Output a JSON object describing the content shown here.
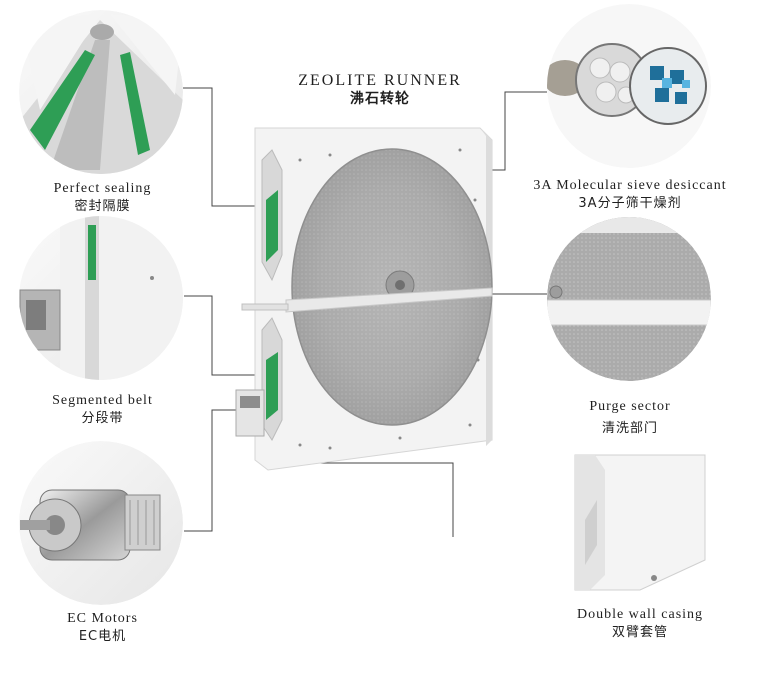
{
  "title": {
    "en": "ZEOLITE RUNNER",
    "cn": "沸石转轮"
  },
  "callouts": {
    "sealing": {
      "en": "Perfect sealing",
      "cn": "密封隔膜"
    },
    "belt": {
      "en": "Segmented belt",
      "cn": "分段带"
    },
    "motor": {
      "en": "EC Motors",
      "cn": "EC电机"
    },
    "sieve": {
      "en": "3A Molecular sieve desiccant",
      "cn": "3A分子筛干燥剂"
    },
    "purge": {
      "en": "Purge sector",
      "cn": "清洗部门"
    },
    "casing": {
      "en": "Double wall casing",
      "cn": "双臂套管"
    }
  },
  "colors": {
    "accent_green": "#2e9e55",
    "frame_white": "#f1f1f1",
    "wheel_grey": "#a9a9a9",
    "line": "#444444"
  }
}
